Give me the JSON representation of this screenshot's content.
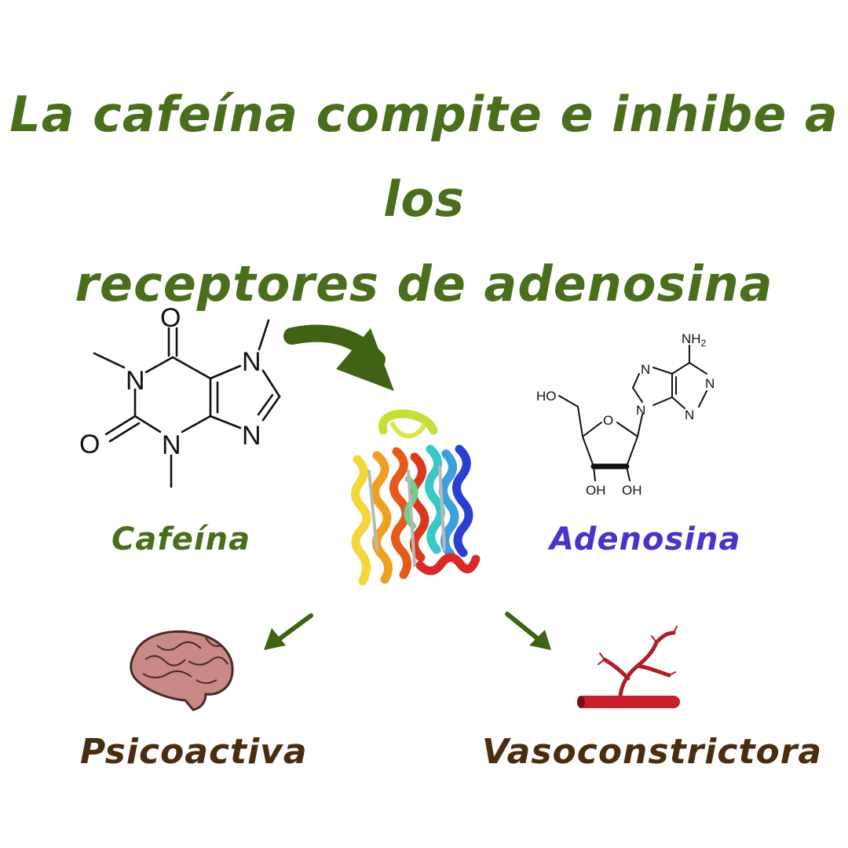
{
  "title": {
    "line1": "La cafeína compite e inhibe a los",
    "line2": "receptores de adenosina"
  },
  "labels": {
    "caffeine": "Cafeína",
    "adenosine": "Adenosina",
    "psychoactive": "Psicoactiva",
    "vasoconstrictor": "Vasoconstrictora"
  },
  "caffeine_atoms": {
    "o_top": "O",
    "o_left": "O",
    "n1": "N",
    "n3": "N",
    "n7": "N",
    "n9": "N"
  },
  "adenosine_atoms": {
    "nh2": "NH",
    "nh2_sub": "2",
    "n_a": "N",
    "n_b": "N",
    "n_c": "N",
    "n_d": "N",
    "n_e": "N",
    "o_ring": "O",
    "ho": "HO",
    "oh1": "OH",
    "oh2": "OH"
  },
  "colors": {
    "title": "#4a6e1c",
    "caffeine_label": "#4a6e1c",
    "adenosine_label": "#4a33c8",
    "effect_labels": "#4a2d10",
    "arrows": "#3f6214",
    "brain": "#c98a86",
    "vessel": "#c8202a"
  }
}
